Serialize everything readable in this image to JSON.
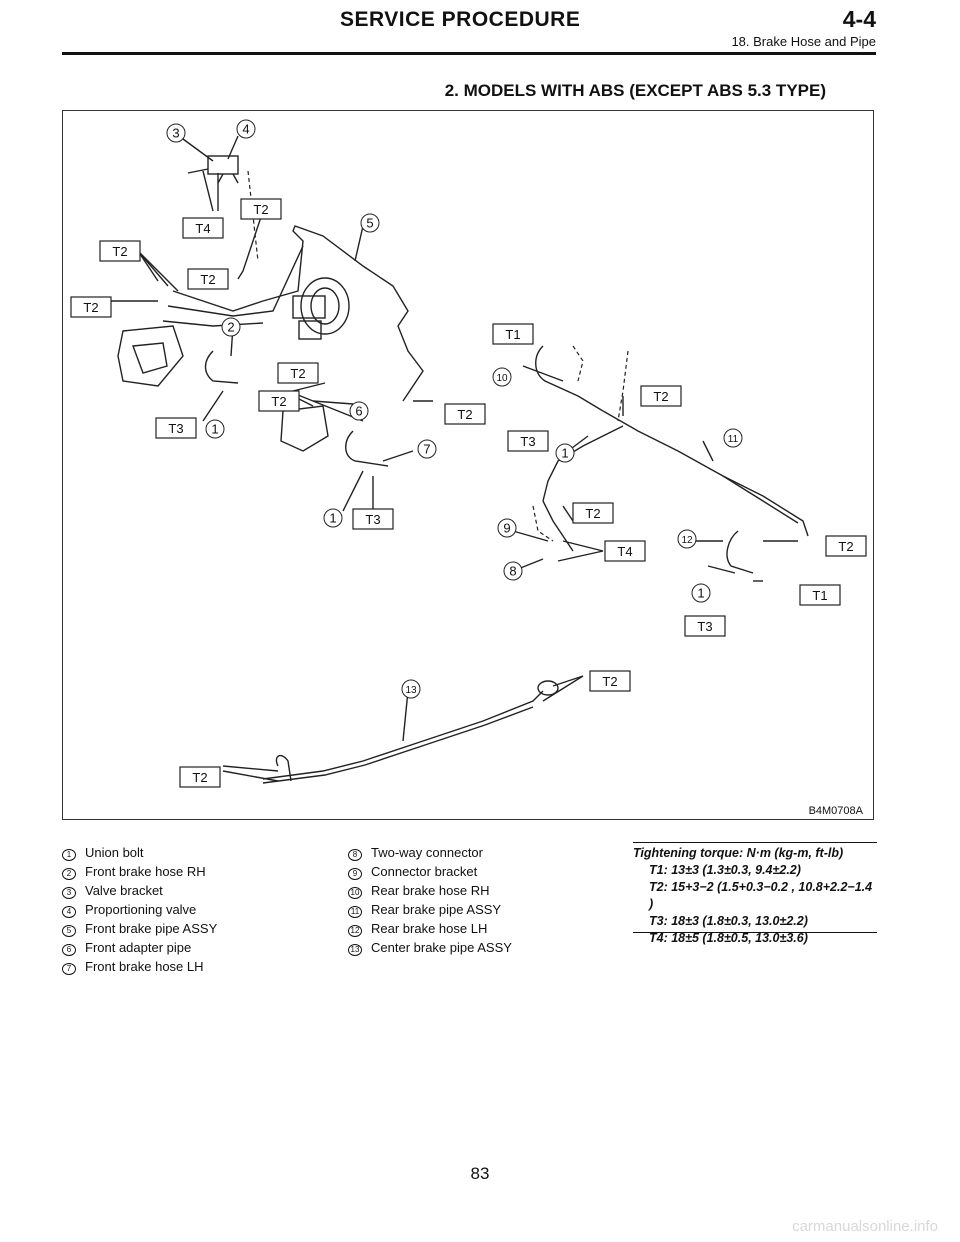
{
  "header": {
    "title": "SERVICE PROCEDURE",
    "code": "4-4",
    "subtitle": "18. Brake Hose and Pipe"
  },
  "section_title": "2. MODELS WITH ABS (EXCEPT ABS 5.3 TYPE)",
  "figure": {
    "code": "B4M0708A",
    "torque_tags": [
      "T1",
      "T2",
      "T3",
      "T4"
    ],
    "callouts": [
      "1",
      "2",
      "3",
      "4",
      "5",
      "6",
      "7",
      "8",
      "9",
      "10",
      "11",
      "12",
      "13"
    ]
  },
  "legend": [
    {
      "num": "1",
      "label": "Union bolt"
    },
    {
      "num": "2",
      "label": "Front brake hose RH"
    },
    {
      "num": "3",
      "label": "Valve bracket"
    },
    {
      "num": "4",
      "label": "Proportioning valve"
    },
    {
      "num": "5",
      "label": "Front brake pipe ASSY"
    },
    {
      "num": "6",
      "label": "Front adapter pipe"
    },
    {
      "num": "7",
      "label": "Front brake hose LH"
    },
    {
      "num": "8",
      "label": "Two-way connector"
    },
    {
      "num": "9",
      "label": "Connector bracket"
    },
    {
      "num": "10",
      "label": "Rear brake hose RH"
    },
    {
      "num": "11",
      "label": "Rear brake pipe ASSY"
    },
    {
      "num": "12",
      "label": "Rear brake hose LH"
    },
    {
      "num": "13",
      "label": "Center brake pipe ASSY"
    }
  ],
  "torque": {
    "heading": "Tightening torque: N·m (kg-m, ft-lb)",
    "lines": [
      "T1: 13±3 (1.3±0.3, 9.4±2.2)",
      "T2: 15+3−2 (1.5+0.3−0.2 , 10.8+2.2−1.4 )",
      "T3: 18±3 (1.8±0.3, 13.0±2.2)",
      "T4: 18±5 (1.8±0.5, 13.0±3.6)"
    ]
  },
  "page_number": "83",
  "watermark": "carmanualsonline.info"
}
